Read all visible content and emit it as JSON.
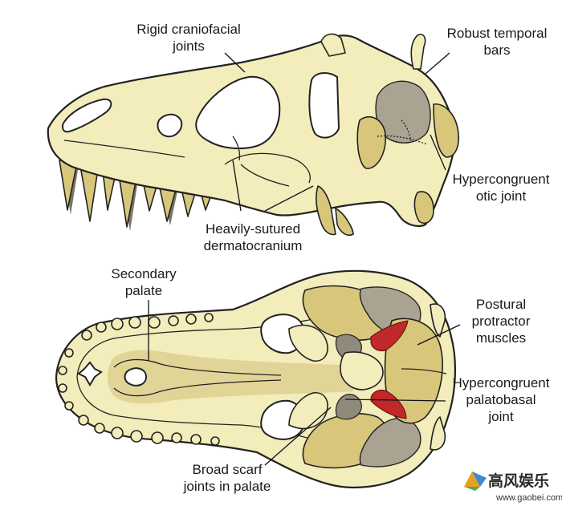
{
  "lateral_labels": {
    "rigid_craniofacial": [
      "Rigid craniofacial",
      "joints"
    ],
    "robust_temporal": [
      "Robust temporal",
      "bars"
    ],
    "hypercongruent_otic": [
      "Hypercongruent",
      "otic joint"
    ],
    "heavily_sutured": [
      "Heavily-sutured",
      "dermatocranium"
    ]
  },
  "palatal_labels": {
    "secondary_palate": [
      "Secondary",
      "palate"
    ],
    "postural_protractor": [
      "Postural",
      "protractor",
      "muscles"
    ],
    "hypercongruent_palatobasal": [
      "Hypercongruent",
      "palatobasal",
      "joint"
    ],
    "broad_scarf": [
      "Broad scarf",
      "joints in palate"
    ]
  },
  "watermark": {
    "name": "高风娱乐",
    "url": "www.gaobei.com"
  },
  "colors": {
    "bone": "#f3ecbb",
    "tan": "#d8c77a",
    "gray": "#aaa392",
    "muscle": "#c0282a",
    "outline": "#222222"
  }
}
